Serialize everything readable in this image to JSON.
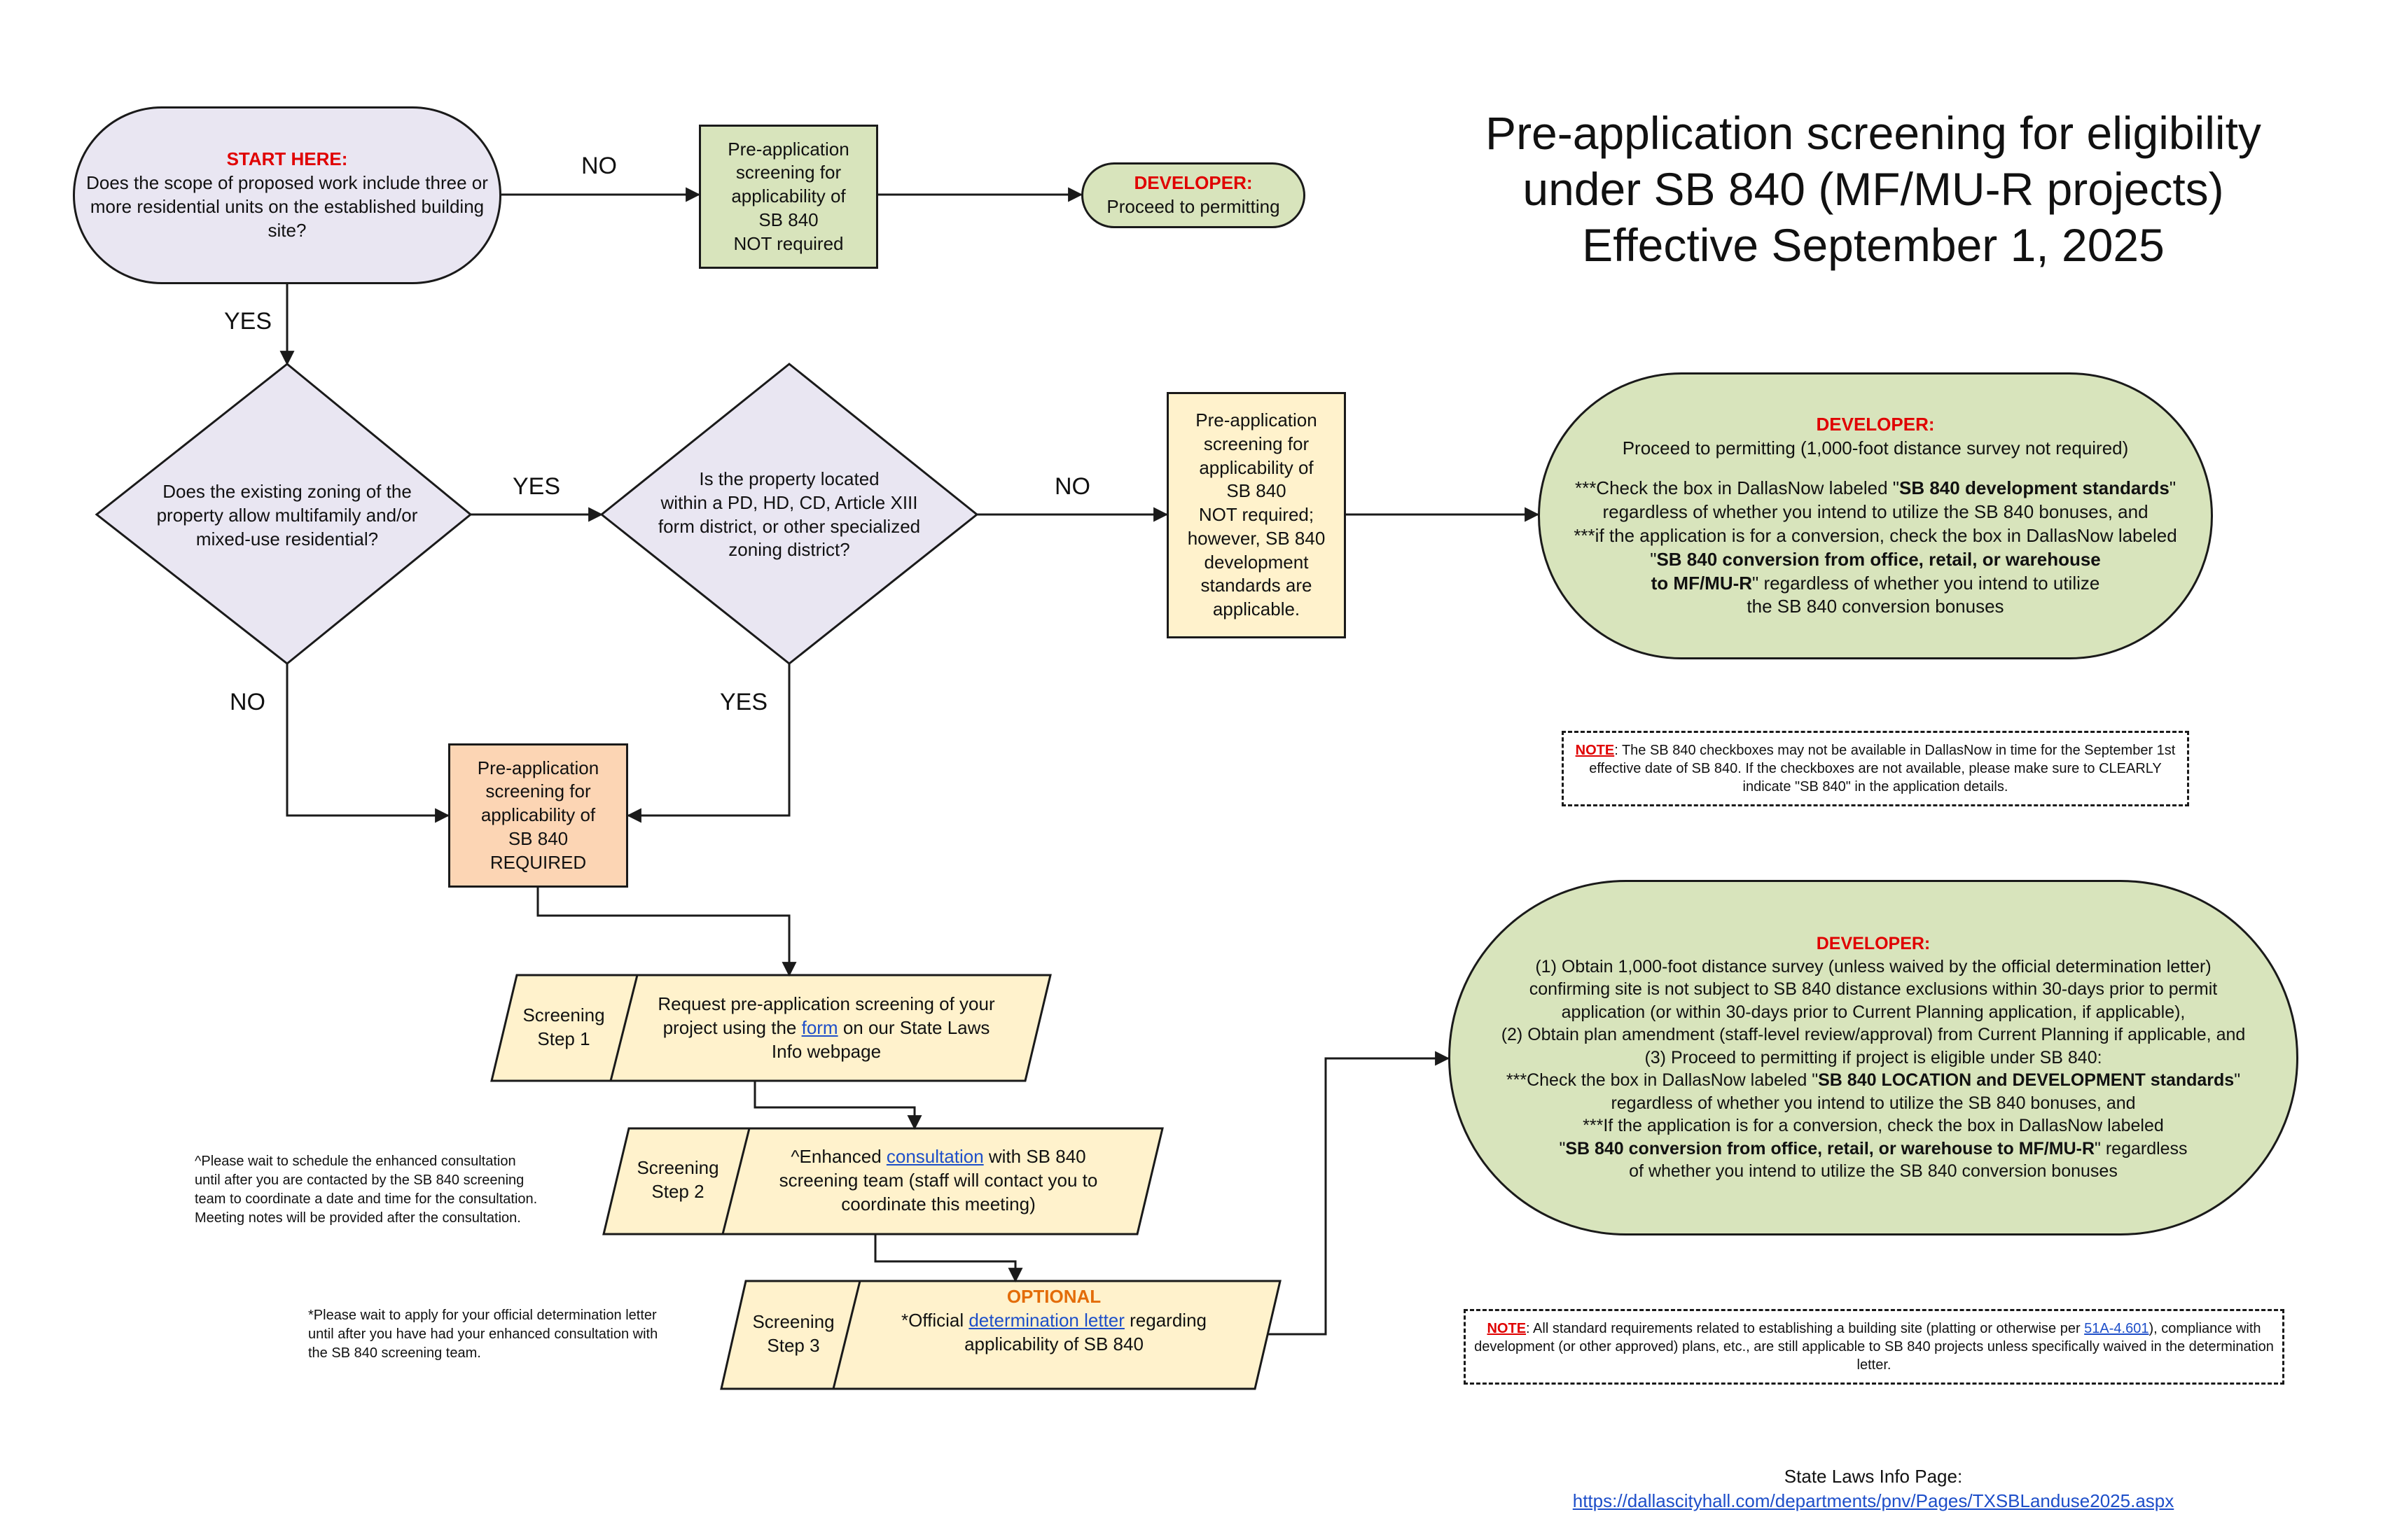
{
  "title": {
    "line1": "Pre-application screening for eligibility",
    "line2": "under SB 840 (MF/MU-R projects)",
    "line3": "Effective September 1, 2025"
  },
  "start": {
    "heading": "START HERE:",
    "question": "Does the scope of proposed work include three or more residential units on the established building site?"
  },
  "labels": {
    "no1": "NO",
    "yes1": "YES",
    "yes2": "YES",
    "no2": "NO",
    "no3": "NO",
    "yes3": "YES"
  },
  "box_not_required": {
    "line1": "Pre-application",
    "line2": "screening for",
    "line3": "applicability of",
    "line4": "SB 840",
    "line5": "NOT required"
  },
  "dev_top": {
    "heading": "DEVELOPER:",
    "text": "Proceed to permitting"
  },
  "diamond_zoning": {
    "line1": "Does the existing zoning of the",
    "line2": "property allow multifamily and/or",
    "line3": "mixed-use residential?"
  },
  "diamond_district": {
    "line1": "Is the property located",
    "line2": "within a PD, HD, CD, Article XIII",
    "line3": "form district, or other specialized",
    "line4": "zoning district?"
  },
  "box_not_required_standards": {
    "line1": "Pre-application",
    "line2": "screening for",
    "line3": "applicability of",
    "line4": "SB 840",
    "line5": "NOT required;",
    "line6": "however, SB 840",
    "line7": "development",
    "line8": "standards are",
    "line9": "applicable."
  },
  "dev_middle": {
    "heading": "DEVELOPER:",
    "line1": "Proceed to permitting (1,000-foot distance survey not required)",
    "l2a": "***Check the box in DallasNow labeled \"",
    "l2b": "SB 840 development standards",
    "l2c": "\"",
    "line3": "regardless of whether you intend to utilize the SB 840 bonuses, and",
    "line4": "***if the application is for a conversion, check the box in DallasNow labeled",
    "l5a": "\"",
    "l5b": "SB 840 conversion from office, retail, or warehouse",
    "l6a": "to MF/MU-R",
    "l6b": "\" regardless of whether you intend to utilize",
    "line7": "the SB 840 conversion bonuses"
  },
  "note1": {
    "label": "NOTE",
    "text": ": The SB 840 checkboxes may not be available in DallasNow in time for the September 1st effective date of SB 840. If the checkboxes are not available, please make sure to CLEARLY indicate \"SB 840\" in the application details."
  },
  "box_required": {
    "line1": "Pre-application",
    "line2": "screening for",
    "line3": "applicability of",
    "line4": "SB 840",
    "line5": "REQUIRED"
  },
  "step1": {
    "label1": "Screening",
    "label2": "Step 1",
    "t1": "Request pre-application screening of your",
    "t2a": "project using the ",
    "t2link": "form",
    "t2b": " on our State Laws",
    "t3": "Info webpage"
  },
  "step2": {
    "label1": "Screening",
    "label2": "Step 2",
    "t1a": "^Enhanced ",
    "t1link": "consultation",
    "t1b": " with SB 840",
    "t2": "screening team (staff will contact you to",
    "t3": "coordinate this meeting)"
  },
  "step3": {
    "label1": "Screening",
    "label2": "Step 3",
    "optional": "OPTIONAL",
    "t1a": "*Official ",
    "t1link": "determination letter",
    "t1b": " regarding",
    "t2": "applicability of SB 840"
  },
  "note_step2": {
    "line1": "^Please wait to schedule the enhanced consultation",
    "line2": "until after you are contacted by the SB 840 screening",
    "line3": "team to coordinate a date and time for the consultation.",
    "line4": "Meeting notes will be provided after the consultation."
  },
  "note_step3": {
    "line1": "*Please wait to apply for your official determination letter",
    "line2": "until after you have had your enhanced consultation with",
    "line3": "the SB 840 screening team."
  },
  "dev_bottom": {
    "heading": "DEVELOPER:",
    "line1": "(1) Obtain 1,000-foot distance survey (unless waived by the official determination letter)",
    "line2": "confirming site is not subject to SB 840 distance exclusions within 30-days prior to permit",
    "line3": "application (or within 30-days prior to Current Planning application, if applicable),",
    "line4": "(2) Obtain plan amendment (staff-level review/approval) from Current Planning if applicable, and",
    "line5": "(3) Proceed to permitting if project is eligible under SB 840:",
    "l6a": "***Check the box in DallasNow labeled \"",
    "l6b": "SB 840 LOCATION and DEVELOPMENT standards",
    "l6c": "\"",
    "line7": "regardless of whether you intend to utilize the SB 840 bonuses, and",
    "line8": "***If the application is for a conversion, check the box in DallasNow labeled",
    "l9a": "\"",
    "l9b": "SB 840 conversion from office, retail, or warehouse to MF/MU-R",
    "l9c": "\" regardless",
    "line10": "of whether you intend to utilize the SB 840 conversion bonuses"
  },
  "note2": {
    "label": "NOTE",
    "t1": ": All standard requirements related to establishing a building site (platting or otherwise per ",
    "link": "51A-4.601",
    "t2": "), compliance with development (or other approved) plans, etc., are still applicable to SB 840 projects unless specifically waived in the determination letter."
  },
  "footer": {
    "label": "State Laws Info Page:",
    "url": "https://dallascityhall.com/departments/pnv/Pages/TXSBLanduse2025.aspx"
  },
  "colors": {
    "lavender": "#e9e6f2",
    "green": "#d8e4bc",
    "yellow": "#fff2cc",
    "orange": "#fcd5b4",
    "red": "#e00000",
    "orange_text": "#e36c09",
    "link": "#1d4ec9"
  }
}
